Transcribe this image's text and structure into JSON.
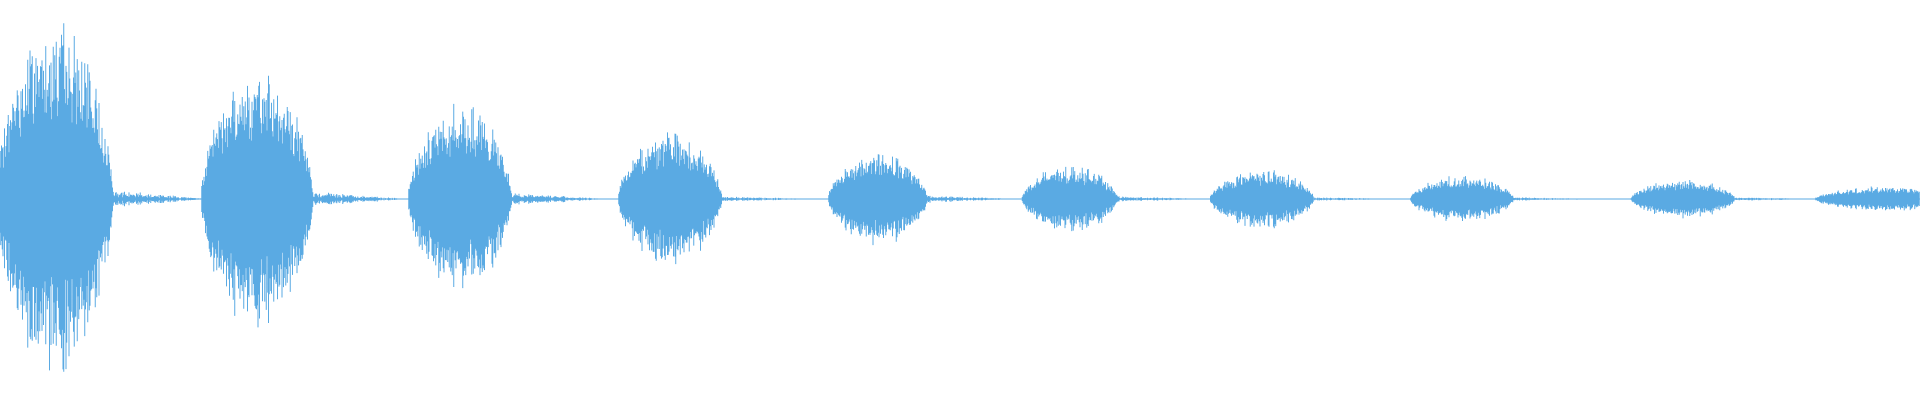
{
  "waveform": {
    "color": "#5aaae3",
    "background": "#ffffff",
    "bursts": [
      {
        "peak_amplitude": 1.0,
        "noise_amplitude": 0.05
      },
      {
        "peak_amplitude": 0.73,
        "noise_amplitude": 0.04
      },
      {
        "peak_amplitude": 0.53,
        "noise_amplitude": 0.035
      },
      {
        "peak_amplitude": 0.38,
        "noise_amplitude": 0.015
      },
      {
        "peak_amplitude": 0.26,
        "noise_amplitude": 0.02
      },
      {
        "peak_amplitude": 0.19,
        "noise_amplitude": 0.015
      },
      {
        "peak_amplitude": 0.17,
        "noise_amplitude": 0.01
      },
      {
        "peak_amplitude": 0.13,
        "noise_amplitude": 0.01
      },
      {
        "peak_amplitude": 0.11,
        "noise_amplitude": 0.01
      },
      {
        "peak_amplitude": 0.07,
        "noise_amplitude": 0.0
      }
    ]
  }
}
